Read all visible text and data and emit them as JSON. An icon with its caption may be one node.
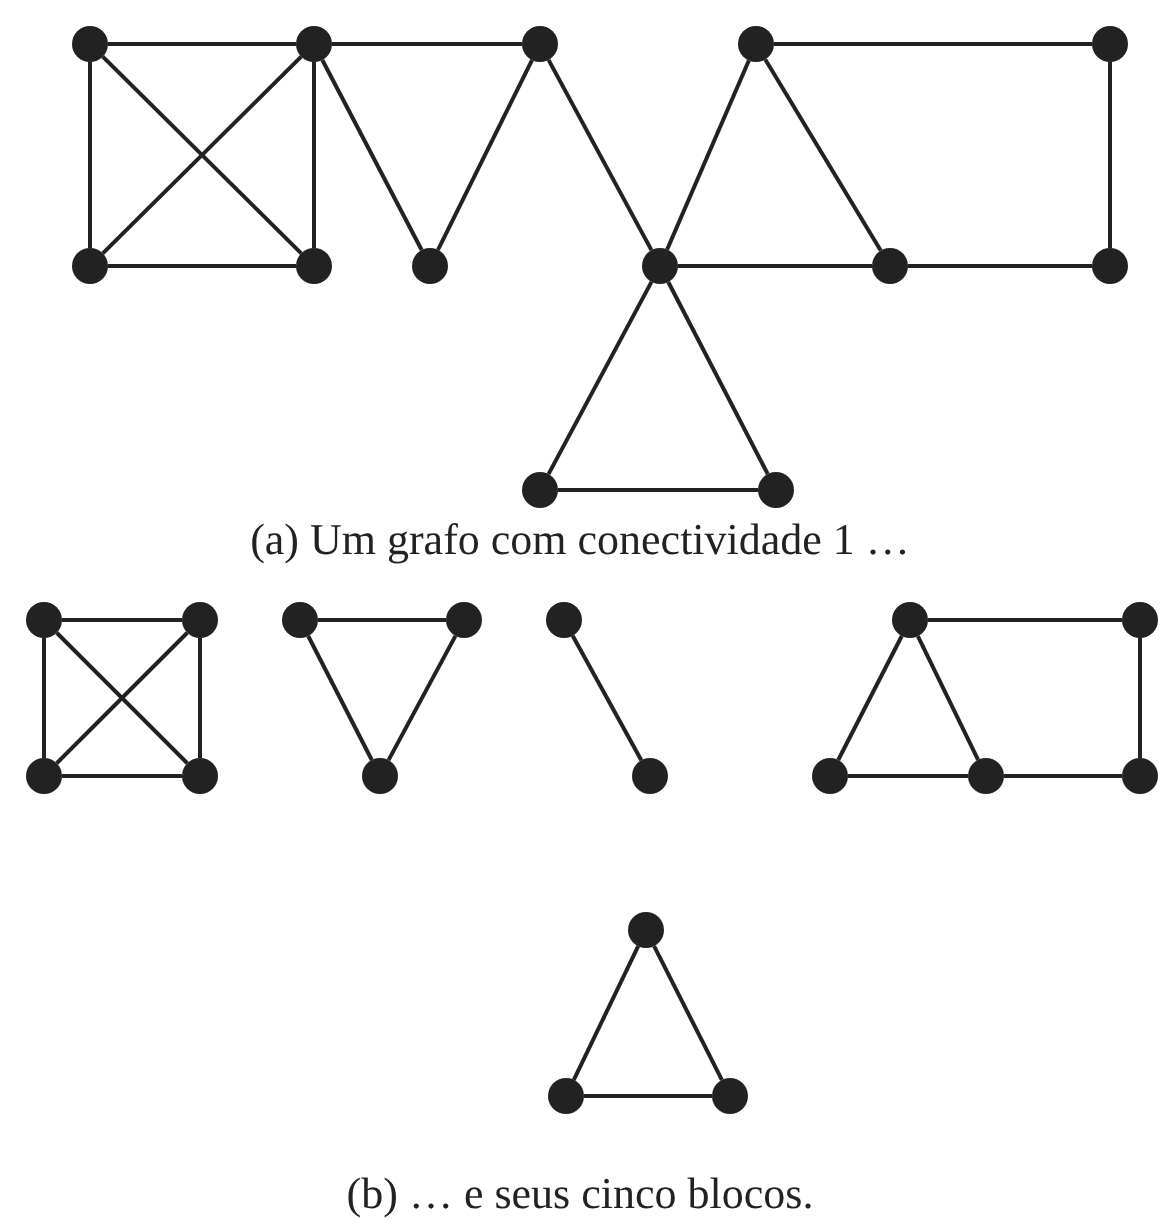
{
  "diagram": {
    "nodes": [
      {
        "text": [],
        "shape": "circle"
      },
      {
        "text": [],
        "shape": "circle"
      },
      {
        "text": [],
        "shape": "circle"
      },
      {
        "text": [],
        "shape": "circle"
      },
      {
        "text": [],
        "shape": "circle"
      },
      {
        "text": [],
        "shape": "circle"
      },
      {
        "text": [],
        "shape": "circle"
      },
      {
        "text": [],
        "shape": "circle"
      },
      {
        "text": [],
        "shape": "circle"
      },
      {
        "text": [],
        "shape": "circle"
      },
      {
        "text": [],
        "shape": "circle"
      },
      {
        "text": [],
        "shape": "circle"
      },
      {
        "text": [],
        "shape": "circle"
      },
      {
        "text": [],
        "shape": "circle"
      },
      {
        "text": [],
        "shape": "circle"
      },
      {
        "text": [],
        "shape": "circle"
      },
      {
        "text": [],
        "shape": "circle"
      },
      {
        "text": [],
        "shape": "circle"
      },
      {
        "text": [],
        "shape": "circle"
      },
      {
        "text": [],
        "shape": "circle"
      },
      {
        "text": [],
        "shape": "circle"
      },
      {
        "text": [],
        "shape": "circle"
      },
      {
        "text": [],
        "shape": "circle"
      },
      {
        "text": [],
        "shape": "circle"
      },
      {
        "text": [],
        "shape": "circle"
      },
      {
        "text": [],
        "shape": "circle"
      },
      {
        "text": [],
        "shape": "circle"
      },
      {
        "text": [],
        "shape": "circle"
      },
      {
        "text": [],
        "shape": "circle"
      },
      {
        "text": [],
        "shape": "circle"
      }
    ],
    "edges": [
      {
        "from": 0,
        "to": 1,
        "arrow": "none"
      },
      {
        "from": 0,
        "to": 5,
        "arrow": "none"
      },
      {
        "from": 0,
        "to": 6,
        "arrow": "none"
      },
      {
        "from": 1,
        "to": 5,
        "arrow": "none"
      },
      {
        "from": 1,
        "to": 6,
        "arrow": "none"
      },
      {
        "from": 5,
        "to": 6,
        "arrow": "none"
      },
      {
        "from": 1,
        "to": 2,
        "arrow": "none"
      },
      {
        "from": 1,
        "to": 7,
        "arrow": "none"
      },
      {
        "from": 2,
        "to": 7,
        "arrow": "none"
      },
      {
        "from": 2,
        "to": 8,
        "arrow": "none"
      },
      {
        "from": 3,
        "to": 8,
        "arrow": "none"
      },
      {
        "from": 3,
        "to": 9,
        "arrow": "none"
      },
      {
        "from": 8,
        "to": 9,
        "arrow": "none"
      },
      {
        "from": 3,
        "to": 4,
        "arrow": "none"
      },
      {
        "from": 4,
        "to": 10,
        "arrow": "none"
      },
      {
        "from": 9,
        "to": 10,
        "arrow": "none"
      },
      {
        "from": 8,
        "to": 11,
        "arrow": "none"
      },
      {
        "from": 8,
        "to": 12,
        "arrow": "none"
      },
      {
        "from": 11,
        "to": 12,
        "arrow": "none"
      },
      {
        "from": 13,
        "to": 14,
        "arrow": "none"
      },
      {
        "from": 13,
        "to": 20,
        "arrow": "none"
      },
      {
        "from": 13,
        "to": 21,
        "arrow": "none"
      },
      {
        "from": 14,
        "to": 20,
        "arrow": "none"
      },
      {
        "from": 14,
        "to": 21,
        "arrow": "none"
      },
      {
        "from": 20,
        "to": 21,
        "arrow": "none"
      },
      {
        "from": 15,
        "to": 16,
        "arrow": "none"
      },
      {
        "from": 15,
        "to": 22,
        "arrow": "none"
      },
      {
        "from": 16,
        "to": 22,
        "arrow": "none"
      },
      {
        "from": 17,
        "to": 23,
        "arrow": "none"
      },
      {
        "from": 18,
        "to": 19,
        "arrow": "none"
      },
      {
        "from": 18,
        "to": 24,
        "arrow": "none"
      },
      {
        "from": 18,
        "to": 25,
        "arrow": "none"
      },
      {
        "from": 24,
        "to": 25,
        "arrow": "none"
      },
      {
        "from": 25,
        "to": 26,
        "arrow": "none"
      },
      {
        "from": 19,
        "to": 26,
        "arrow": "none"
      },
      {
        "from": 27,
        "to": 28,
        "arrow": "none"
      },
      {
        "from": 27,
        "to": 29,
        "arrow": "none"
      },
      {
        "from": 28,
        "to": 29,
        "arrow": "none"
      }
    ],
    "labels": [
      "(a) Um grafo com conectividade 1 …",
      "(b) … e seus cinco blocos."
    ]
  }
}
